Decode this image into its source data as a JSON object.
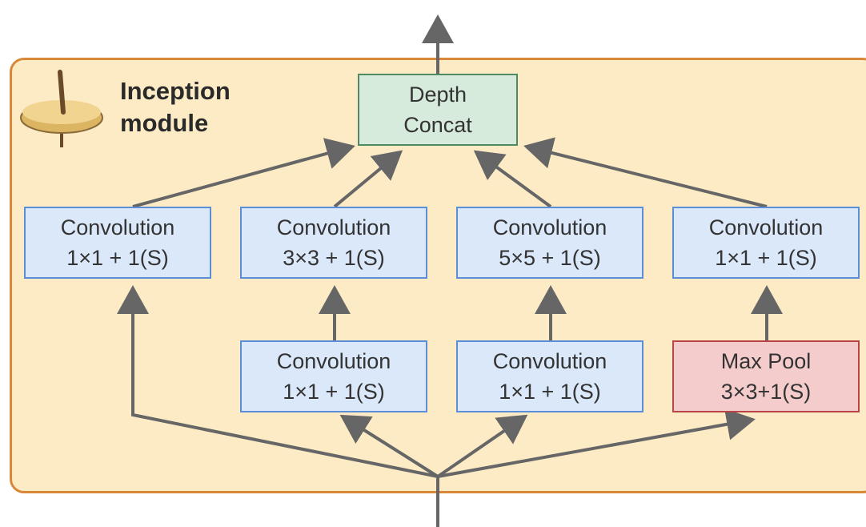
{
  "module": {
    "title_line1": "Inception",
    "title_line2": "module",
    "icon": "spinning-top-icon"
  },
  "concat": {
    "line1": "Depth",
    "line2": "Concat"
  },
  "top_row": [
    {
      "line1": "Convolution",
      "line2": "1×1 + 1(S)"
    },
    {
      "line1": "Convolution",
      "line2": "3×3 + 1(S)"
    },
    {
      "line1": "Convolution",
      "line2": "5×5 + 1(S)"
    },
    {
      "line1": "Convolution",
      "line2": "1×1 + 1(S)"
    }
  ],
  "bottom_row": [
    {
      "line1": "Convolution",
      "line2": "1×1 + 1(S)"
    },
    {
      "line1": "Convolution",
      "line2": "1×1 + 1(S)"
    },
    {
      "line1": "Max Pool",
      "line2": "3×3+1(S)"
    }
  ],
  "colors": {
    "module_fill": "#fdebc6",
    "module_border": "#d9883a",
    "conv_fill": "#dbe8fa",
    "conv_border": "#5b8ed6",
    "concat_fill": "#d6ebdb",
    "pool_fill": "#f5cccc",
    "arrow": "#666666"
  }
}
